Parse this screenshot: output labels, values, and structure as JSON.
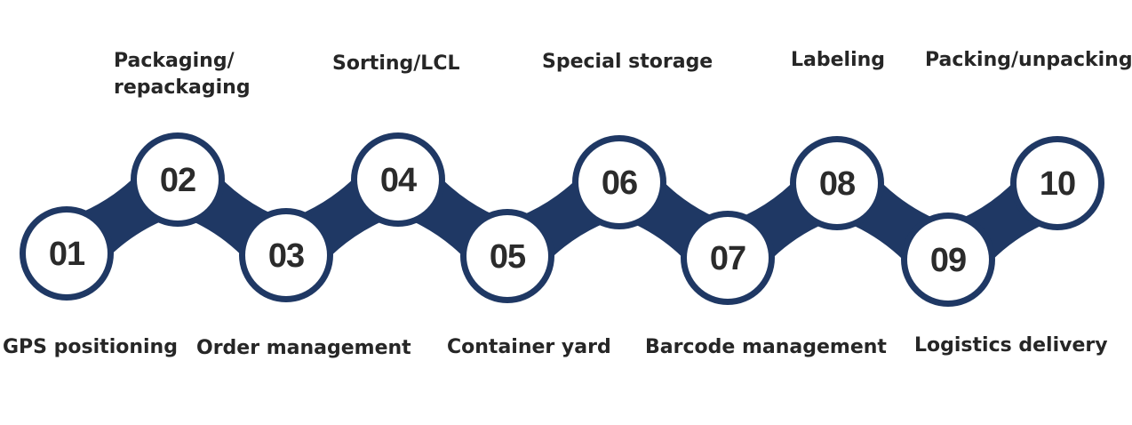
{
  "colors": {
    "chain": "#1f3864",
    "circle_fill": "#ffffff",
    "number_text": "#2b2b2b",
    "label_text": "#262626"
  },
  "steps": [
    {
      "number": "01",
      "label": "GPS positioning"
    },
    {
      "number": "02",
      "label": "Packaging/\nrepackaging"
    },
    {
      "number": "03",
      "label": "Order management"
    },
    {
      "number": "04",
      "label": "Sorting/LCL"
    },
    {
      "number": "05",
      "label": "Container yard"
    },
    {
      "number": "06",
      "label": "Special storage"
    },
    {
      "number": "07",
      "label": "Barcode management"
    },
    {
      "number": "08",
      "label": "Labeling"
    },
    {
      "number": "09",
      "label": "Logistics delivery"
    },
    {
      "number": "10",
      "label": "Packing/unpacking"
    }
  ]
}
